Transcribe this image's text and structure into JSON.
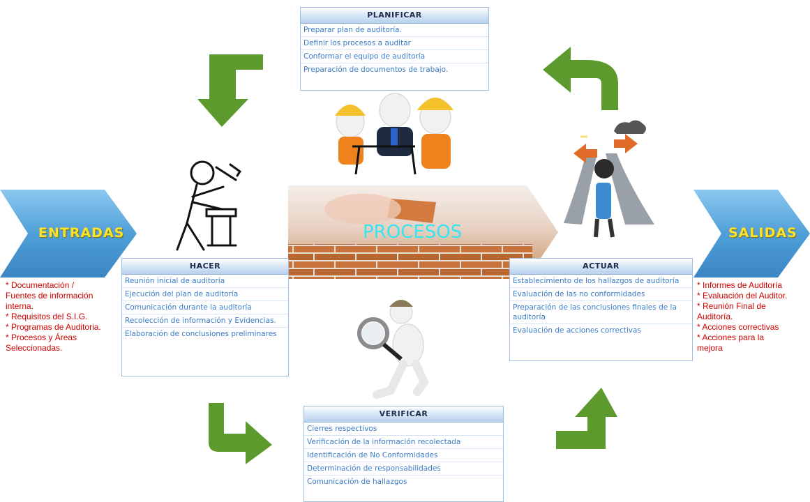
{
  "colors": {
    "chevron": "#4f9fd8",
    "arrow": "#5d9a2e",
    "red_text": "#d00000",
    "blue_text": "#3a7bc8",
    "procesos_text": "#35e6f2",
    "label_text": "#ffe22b"
  },
  "entradas": {
    "label": "ENTRADAS",
    "items": [
      "* Documentación /",
      "Fuentes de información",
      "interna.",
      "* Requisitos del S.I.G.",
      "* Programas de Auditoria.",
      "* Procesos y Áreas",
      "Seleccionadas."
    ]
  },
  "salidas": {
    "label": "SALIDAS",
    "items": [
      "* Informes de Auditoría",
      "* Evaluación del Auditor.",
      "* Reunión Final de",
      "Auditoría.",
      "* Acciones correctivas",
      "* Acciones para la",
      "mejora"
    ]
  },
  "procesos": {
    "label": "PROCESOS"
  },
  "planificar": {
    "title": "PLANIFICAR",
    "items": [
      "Preparar plan de auditoría.",
      "Definir los procesos a auditar",
      "Conformar el equipo de auditoría",
      "Preparación de documentos de trabajo."
    ]
  },
  "hacer": {
    "title": "HACER",
    "items": [
      "Reunión inicial de auditoría",
      "Ejecución del plan de auditoría",
      "Comunicación durante la auditoría",
      "Recolección de información y Evidencias.",
      "Elaboración de conclusiones preliminares"
    ]
  },
  "actuar": {
    "title": "ACTUAR",
    "items": [
      "Establecimiento de los hallazgos de auditoría",
      "Evaluación de las no conformidades",
      "Preparación de las conclusiones finales de la auditoría",
      "Evaluación de acciones correctivas"
    ]
  },
  "verificar": {
    "title": "VERIFICAR",
    "items": [
      "Cierres respectivos",
      "Verificación de la información recolectada",
      "Identificación de No Conformidades",
      "Determinación de responsabilidades",
      "Comunicación de hallazgos"
    ]
  },
  "icons": [
    "hammer-worker-icon",
    "meeting-figures-icon",
    "crossroads-figure-icon",
    "magnifier-figure-icon",
    "bricks-photo-icon"
  ]
}
